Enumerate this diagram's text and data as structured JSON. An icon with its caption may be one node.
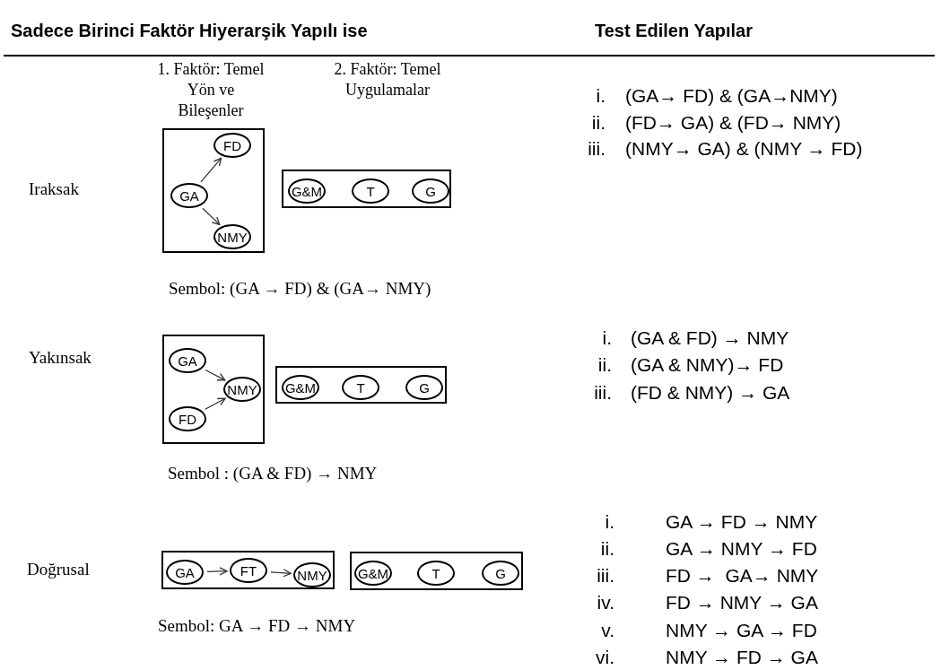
{
  "diagram": {
    "nodes": [
      {
        "text": [
          "1. Faktör: Temel Yön ve Bileşenler"
        ]
      },
      {
        "text": [
          "FD"
        ],
        "in": 0
      },
      {
        "text": [
          "GA"
        ],
        "in": 0
      },
      {
        "text": [
          "NMY"
        ],
        "in": 0
      },
      {
        "text": [
          "2. Faktör: Temel Uygulamalar"
        ]
      },
      {
        "text": [
          "G&M"
        ],
        "in": 4
      },
      {
        "text": [
          "T"
        ],
        "in": 4
      },
      {
        "text": [
          "G"
        ],
        "in": 4
      },
      {
        "text": [],
        "shape": "box"
      },
      {
        "text": [
          "GA"
        ],
        "in": 8
      },
      {
        "text": [
          "NMY"
        ],
        "in": 8
      },
      {
        "text": [
          "FD"
        ],
        "in": 8
      },
      {
        "text": [],
        "shape": "box"
      },
      {
        "text": [
          "G&M"
        ],
        "in": 12
      },
      {
        "text": [
          "T"
        ],
        "in": 12
      },
      {
        "text": [
          "G"
        ],
        "in": 12
      },
      {
        "text": [],
        "shape": "box"
      },
      {
        "text": [
          "GA"
        ],
        "in": 16
      },
      {
        "text": [
          "FT"
        ],
        "in": 16
      },
      {
        "text": [
          "NMY"
        ],
        "in": 16
      },
      {
        "text": [],
        "shape": "box"
      },
      {
        "text": [
          "G&M"
        ],
        "in": 20
      },
      {
        "text": [
          "T"
        ],
        "in": 20
      },
      {
        "text": [
          "G"
        ],
        "in": 20
      }
    ],
    "edges": [
      {
        "from": 2,
        "to": 1,
        "arrow": "to"
      },
      {
        "from": 2,
        "to": 3,
        "arrow": "to"
      },
      {
        "from": 9,
        "to": 10,
        "arrow": "to"
      },
      {
        "from": 11,
        "to": 10,
        "arrow": "to"
      },
      {
        "from": 17,
        "to": 18,
        "arrow": "to"
      },
      {
        "from": 18,
        "to": 19,
        "arrow": "to"
      }
    ],
    "labels": [
      "Sadece Birinci Faktör Hiyerarşik Yapılı ise",
      "Test Edilen Yapılar",
      "i.",
      "(GA→ FD) & (GA→NMY)",
      "ii.",
      "(FD→ GA) & (FD→ NMY)",
      "iii.",
      "(NMY→ GA) & (NMY → FD)",
      "Iraksak",
      "Sembol: (GA → FD) & (GA→ NMY)",
      "i.",
      "(GA & FD) → NMY",
      "ii.",
      "(GA & NMY)→ FD",
      "iii.",
      "(FD & NMY) → GA",
      "Yakınsak",
      "Sembol : (GA & FD) → NMY",
      "i.",
      "GA → FD → NMY",
      "ii.",
      "GA → NMY → FD",
      "iii.",
      "FD →  GA→ NMY",
      "iv.",
      "FD → NMY → GA",
      "v.",
      "NMY → GA → FD",
      "vi.",
      "NMY → FD → GA",
      "Doğrusal",
      "Sembol: GA → FD → NMY"
    ]
  }
}
